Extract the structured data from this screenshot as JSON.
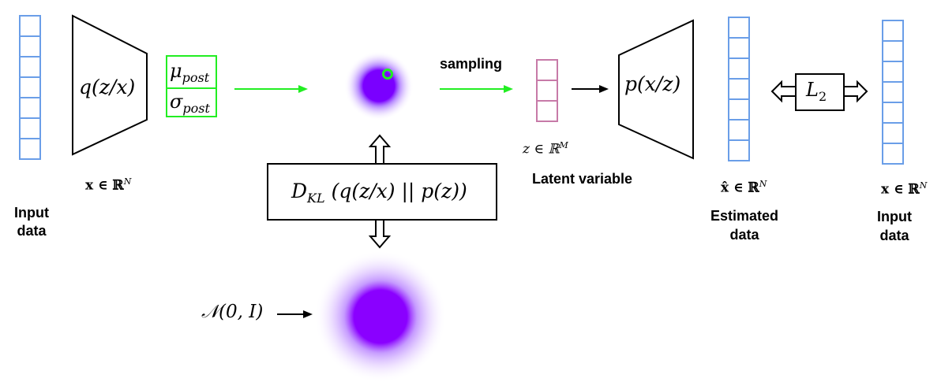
{
  "colors": {
    "input_vector": "#6a9ee8",
    "z_vector": "#c77aa8",
    "green": "#22ee22",
    "black": "#000000"
  },
  "encoder": {
    "label": "q(z/x)"
  },
  "decoder": {
    "label": "p(x/z)"
  },
  "posterior_box": {
    "mu": "μ",
    "mu_sub": "post",
    "sigma": "σ",
    "sigma_sub": "post"
  },
  "sampling_label": "sampling",
  "kl_box": {
    "text": "D",
    "sub": "KL",
    "expr": " (q(z/x) || p(z))"
  },
  "prior": {
    "text": "𝒩(0, I)"
  },
  "l2_box": {
    "text": "L",
    "sub": "2"
  },
  "input_data": {
    "line1": "Input",
    "line2": "data",
    "math": "x ∈ ℝ",
    "sup": "N"
  },
  "latent": {
    "math": "z ∈ ℝ",
    "sup": "M",
    "label": "Latent variable"
  },
  "estimated": {
    "math": "x̂ ∈ ℝ",
    "sup": "N",
    "line1": "Estimated",
    "line2": "data"
  },
  "input_right": {
    "math": "x ∈ ℝ",
    "sup": "N",
    "line1": "Input",
    "line2": "data"
  }
}
